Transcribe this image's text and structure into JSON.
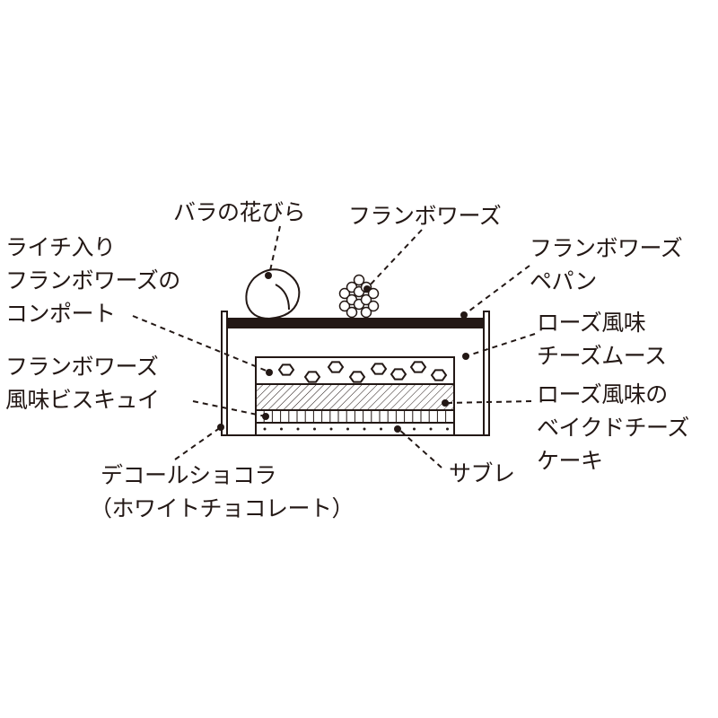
{
  "labels": {
    "rose_petal": "バラの花びら",
    "framboise_top": "フランボワーズ",
    "lychee": [
      "ライチ入り",
      "フランボワーズの",
      "コンポート"
    ],
    "pepin": [
      "フランボワーズ",
      "ペパン"
    ],
    "mousse": [
      "ローズ風味",
      "チーズムース"
    ],
    "biscuit": [
      "フランボワーズ",
      "風味ビスキュイ"
    ],
    "baked": [
      "ローズ風味の",
      "ベイクドチーズ",
      "ケーキ"
    ],
    "decor": [
      "デコールショコラ",
      "（ホワイトチョコレート）"
    ],
    "sable": "サブレ"
  },
  "colors": {
    "ink": "#231815",
    "background": "#ffffff"
  }
}
